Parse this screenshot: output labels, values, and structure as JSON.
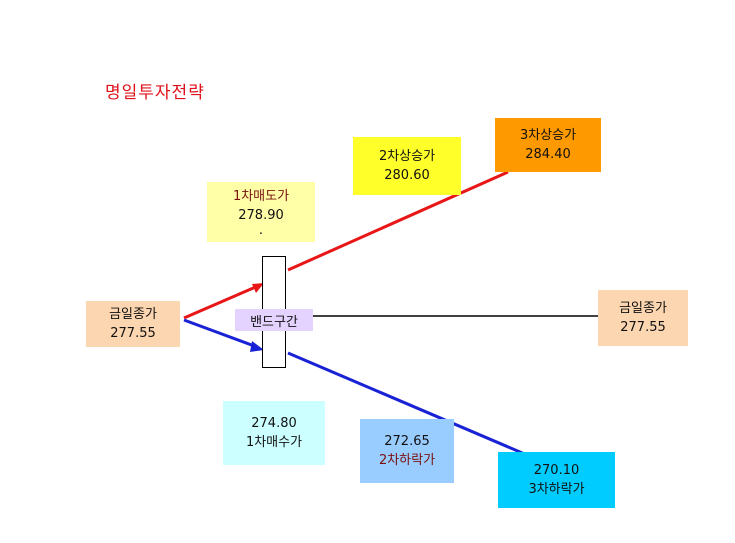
{
  "title": "명일투자전략",
  "colors": {
    "up_line": "#e81616",
    "down_line": "#1a22d6",
    "flat_line": "#000000",
    "close_box": "#fcd6b0",
    "yellow_box": "#ffff2a",
    "pale_yellow_box": "#ffffa8",
    "orange_box": "#ff9900",
    "light_cyan_box": "#ccffff",
    "light_blue_box": "#99ccff",
    "cyan_box": "#00ccff",
    "band_label_box": "#e4d3ff"
  },
  "current_close": {
    "label": "금일종가",
    "value": "277.55"
  },
  "target_close": {
    "label": "금일종가",
    "value": "277.55"
  },
  "sell1": {
    "label": "1차매도가",
    "value": "278.90",
    "note": "."
  },
  "rise2": {
    "label": "2차상승가",
    "value": "280.60"
  },
  "rise3": {
    "label": "3차상승가",
    "value": "284.40"
  },
  "buy1": {
    "value": "274.80",
    "label": "1차매수가"
  },
  "fall2": {
    "value": "272.65",
    "label": "2차하락가"
  },
  "fall3": {
    "value": "270.10",
    "label": "3차하락가"
  },
  "band": {
    "label": "밴드구간"
  }
}
